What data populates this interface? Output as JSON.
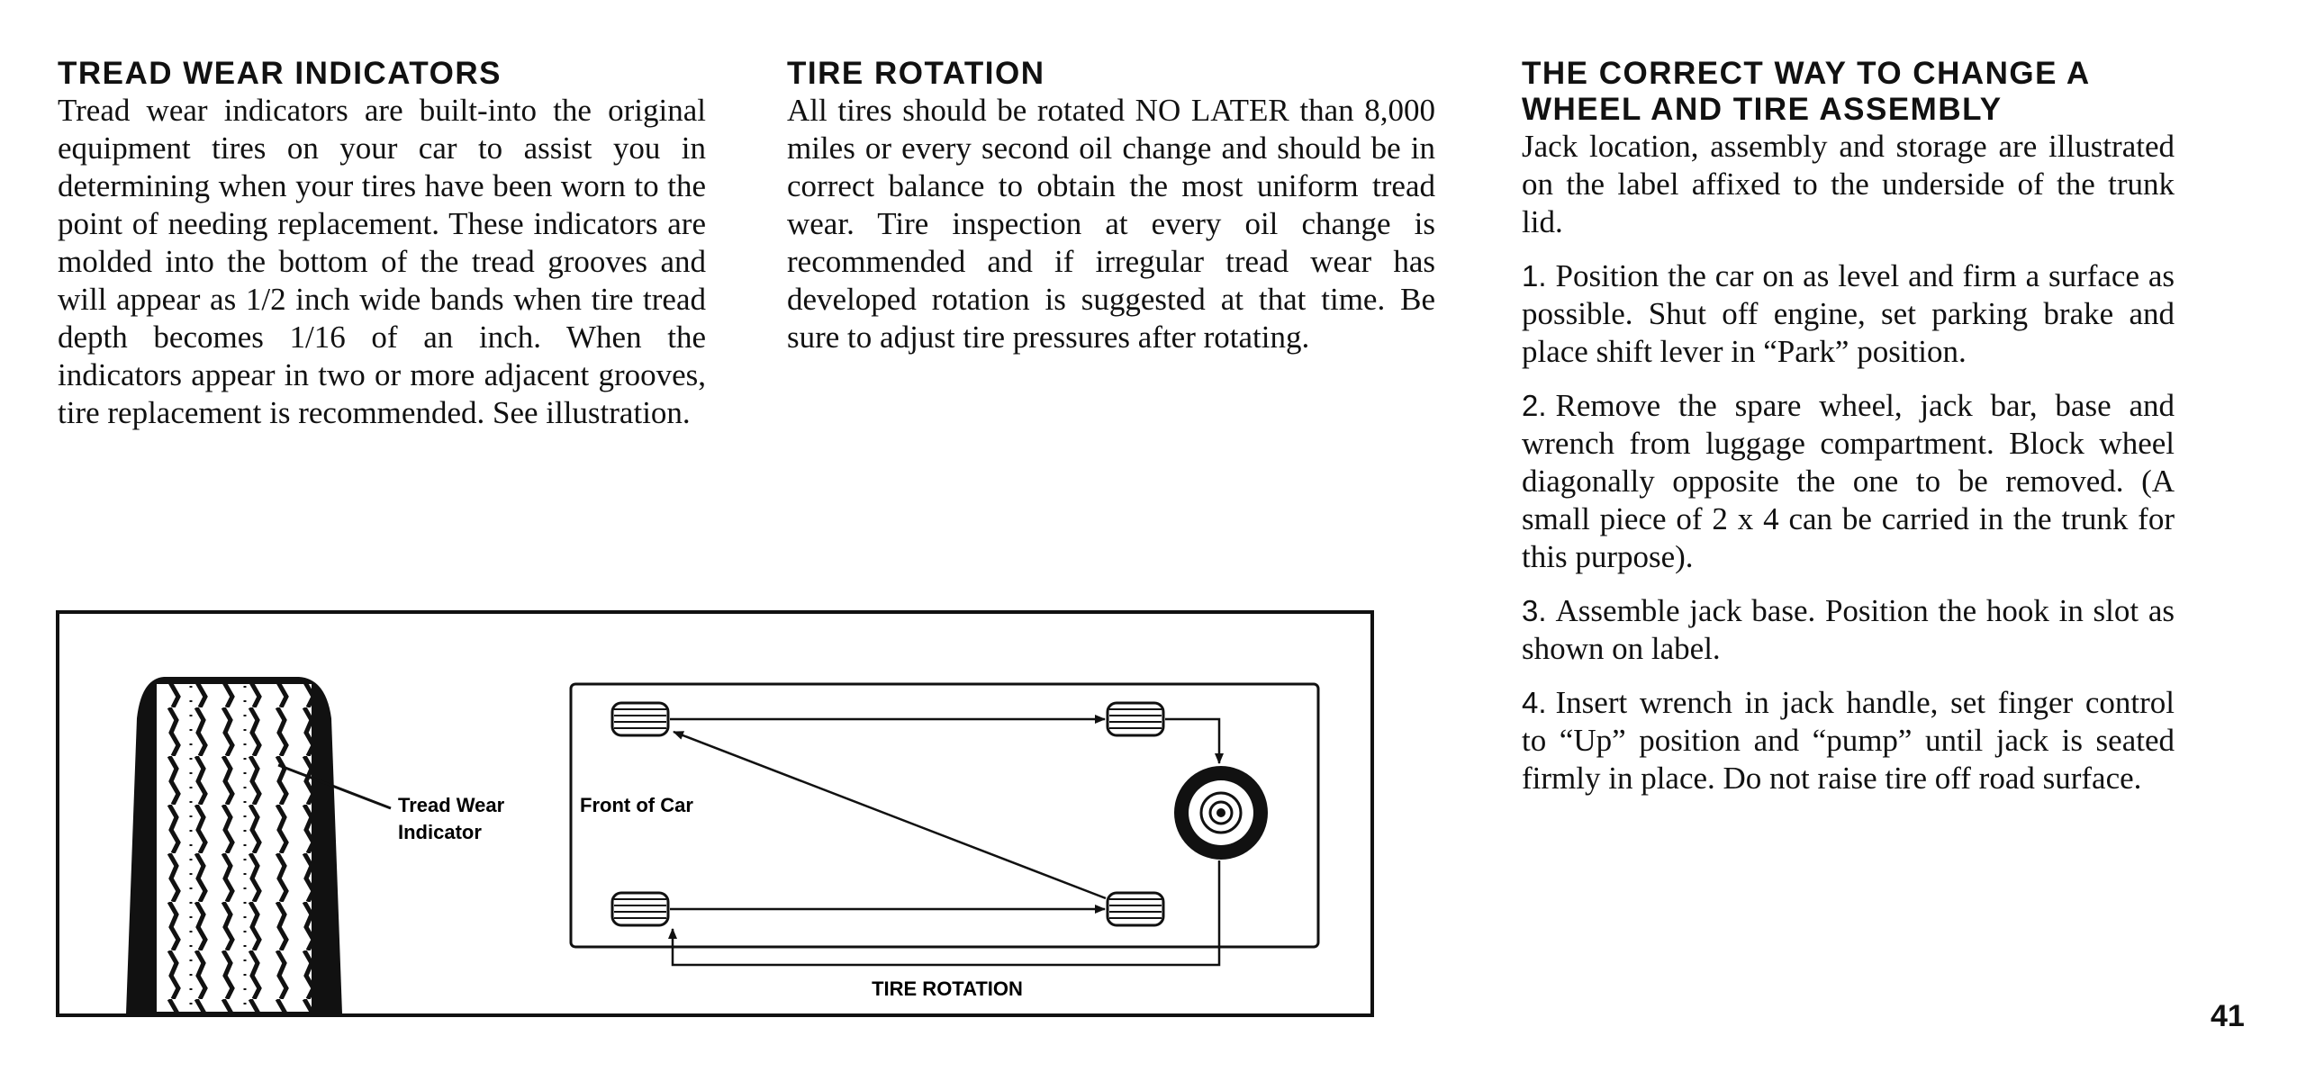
{
  "col1": {
    "heading": "TREAD WEAR INDICATORS",
    "body": "Tread wear indicators are built-into the original equipment tires on your car to assist you in determining when your tires have been worn to the point of needing replacement. These indicators are molded into the bottom of the tread grooves and will appear as 1/2 inch wide bands when tire tread depth becomes 1/16 of an inch. When the indicators appear in two or more adjacent grooves, tire replacement is recommended. See illustration."
  },
  "col2": {
    "heading": "TIRE ROTATION",
    "body": "All tires should be rotated NO LATER than 8,000 miles or every second oil change and should be in correct balance to obtain the most uniform tread wear. Tire inspection at every oil change is recommended and if irregular tread wear has developed rotation is suggested at that time. Be sure to adjust tire pressures after rotating."
  },
  "col3": {
    "heading_line1": "THE CORRECT WAY TO CHANGE A",
    "heading_line2": "WHEEL AND TIRE ASSEMBLY",
    "intro": "Jack location, assembly and storage are illustrated on the label affixed to the underside of the trunk lid.",
    "steps": [
      {
        "num": "1.",
        "text": "Position the car on as level and firm a surface as possible. Shut off engine, set parking brake and place shift lever in “Park” position."
      },
      {
        "num": "2.",
        "text": "Remove the spare wheel, jack bar, base and wrench from luggage compartment. Block wheel diagonally opposite the one to be removed. (A small piece of 2 x 4 can be carried in the trunk for this purpose)."
      },
      {
        "num": "3.",
        "text": "Assemble jack base. Position the hook in slot as shown on label."
      },
      {
        "num": "4.",
        "text": "Insert wrench in jack handle, set finger control to “Up” position and “pump” until jack is seated firmly in place. Do not raise tire off road surface."
      }
    ]
  },
  "figure": {
    "tread_label_line1": "Tread Wear",
    "tread_label_line2": "Indicator",
    "front_label": "Front of Car",
    "caption": "TIRE ROTATION"
  },
  "page_number": "41"
}
